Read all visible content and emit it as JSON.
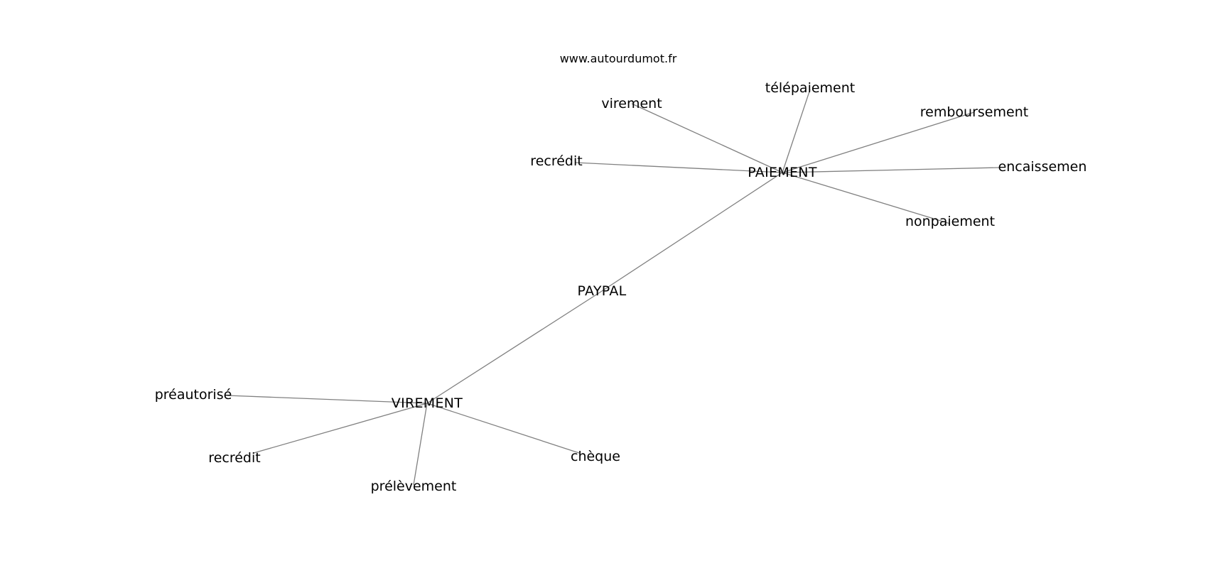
{
  "site_label": "www.autourdumot.fr",
  "graph": {
    "nodes": [
      {
        "id": "paypal",
        "label": "PAYPAL",
        "hub": true
      },
      {
        "id": "paiement",
        "label": "PAIEMENT",
        "hub": true
      },
      {
        "id": "virement_hub",
        "label": "VIREMENT",
        "hub": true
      },
      {
        "id": "telepaiement",
        "label": "télépaiement"
      },
      {
        "id": "virement",
        "label": "virement"
      },
      {
        "id": "remboursement",
        "label": "remboursement"
      },
      {
        "id": "recredit_1",
        "label": "recrédit"
      },
      {
        "id": "encaissemen",
        "label": "encaissemen"
      },
      {
        "id": "nonpaiement",
        "label": "nonpaiement"
      },
      {
        "id": "preautorise",
        "label": "préautorisé"
      },
      {
        "id": "recredit_2",
        "label": "recrédit"
      },
      {
        "id": "prelevement",
        "label": "prélèvement"
      },
      {
        "id": "cheque",
        "label": "chèque"
      }
    ],
    "edges": [
      [
        "paypal",
        "paiement"
      ],
      [
        "paypal",
        "virement_hub"
      ],
      [
        "paiement",
        "telepaiement"
      ],
      [
        "paiement",
        "virement"
      ],
      [
        "paiement",
        "remboursement"
      ],
      [
        "paiement",
        "recredit_1"
      ],
      [
        "paiement",
        "encaissemen"
      ],
      [
        "paiement",
        "nonpaiement"
      ],
      [
        "virement_hub",
        "preautorise"
      ],
      [
        "virement_hub",
        "recredit_2"
      ],
      [
        "virement_hub",
        "prelevement"
      ],
      [
        "virement_hub",
        "cheque"
      ]
    ]
  }
}
